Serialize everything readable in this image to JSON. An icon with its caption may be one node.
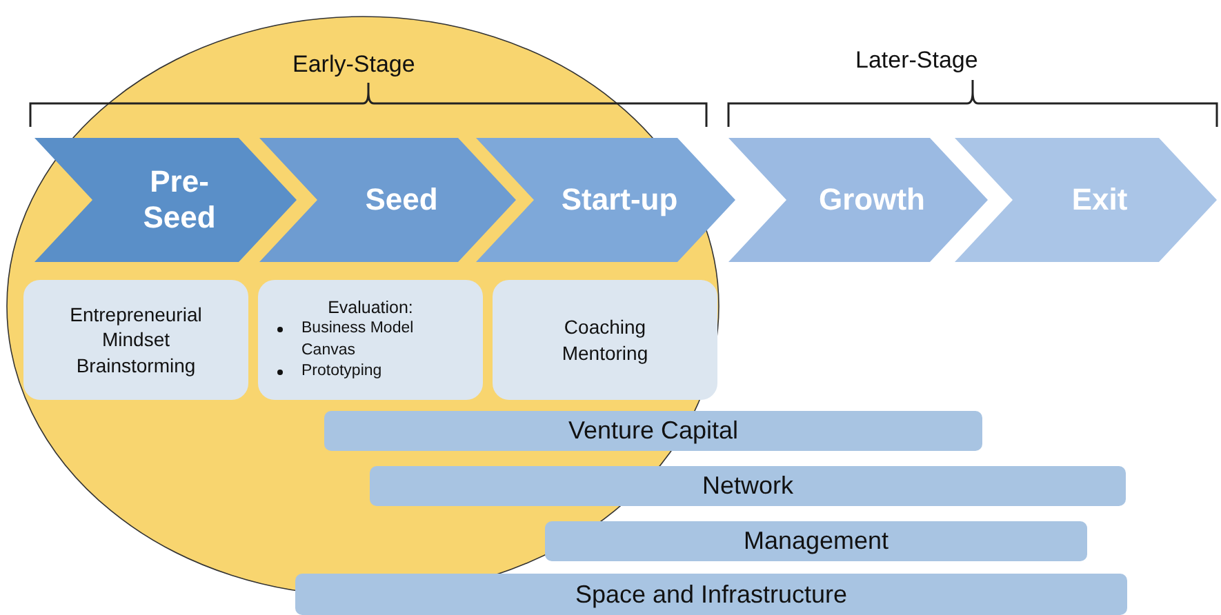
{
  "diagram": {
    "nodes": [
      {
        "text": [
          "Pre-Seed"
        ]
      },
      {
        "text": [
          "Seed"
        ]
      },
      {
        "text": [
          "Start-up"
        ]
      },
      {
        "text": [
          "Growth"
        ]
      },
      {
        "text": [
          "Exit"
        ]
      },
      {
        "text": [
          "Entrepreneurial Mindset Brainstorming"
        ]
      },
      {
        "text": [
          "Evaluation:",
          "Business Model Canvas",
          "Prototyping"
        ]
      },
      {
        "text": [
          "Coaching Mentoring"
        ]
      },
      {
        "text": [
          "Venture Capital"
        ]
      },
      {
        "text": [
          "Network"
        ]
      },
      {
        "text": [
          "Management"
        ]
      },
      {
        "text": [
          "Space and Infrastructure"
        ]
      }
    ],
    "edges": [],
    "labels": [
      "Early-Stage",
      "Later-Stage"
    ]
  }
}
